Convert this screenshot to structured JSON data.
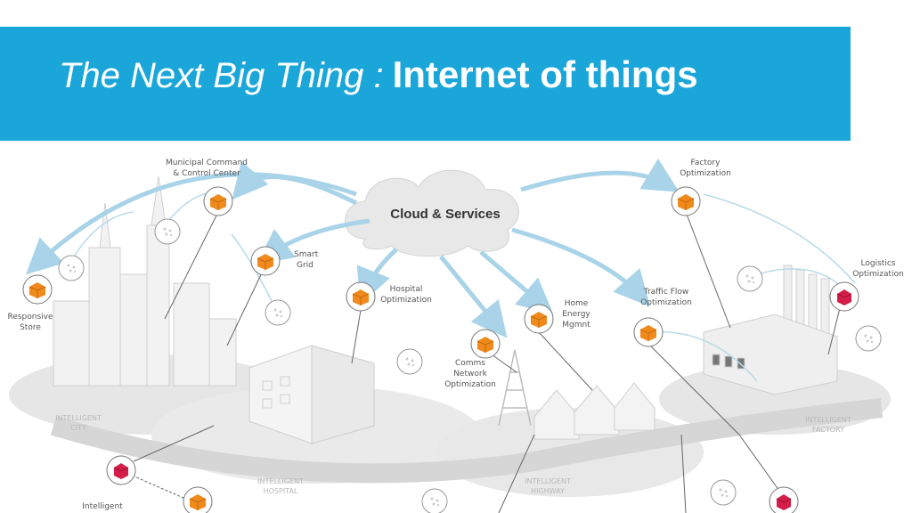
{
  "title": {
    "lead": "The Next Big Thing :",
    "main": "Internet of things"
  },
  "cloud_label": "Cloud & Services",
  "labels": {
    "municipal_1": "Municipal Command",
    "municipal_2": "& Control Center",
    "smart_grid_1": "Smart",
    "smart_grid_2": "Grid",
    "responsive_1": "Responsive",
    "responsive_2": "Store",
    "hospital_1": "Hospital",
    "hospital_2": "Optimization",
    "home_1": "Home",
    "home_2": "Energy",
    "home_3": "Mgmnt",
    "comms_1": "Comms",
    "comms_2": "Network",
    "comms_3": "Optimization",
    "traffic_1": "Traffic Flow",
    "traffic_2": "Optimization",
    "factory_1": "Factory",
    "factory_2": "Optimization",
    "logistics_1": "Logistics",
    "logistics_2": "Optimization",
    "intelligent": "Intelligent"
  },
  "zones": {
    "city_1": "INTELLIGENT",
    "city_2": "CITY",
    "hospital_1": "INTELLIGENT",
    "hospital_2": "HOSPITAL",
    "highway_1": "INTELLIGENT",
    "highway_2": "HIGHWAY",
    "factory_1": "INTELLIGENT",
    "factory_2": "FACTORY"
  },
  "colors": {
    "banner": "#1aa6d9",
    "title_text": "#ffffff",
    "node_orange": "#f08a1c",
    "node_red": "#d41e4a",
    "arrow": "#a9d3e8"
  }
}
